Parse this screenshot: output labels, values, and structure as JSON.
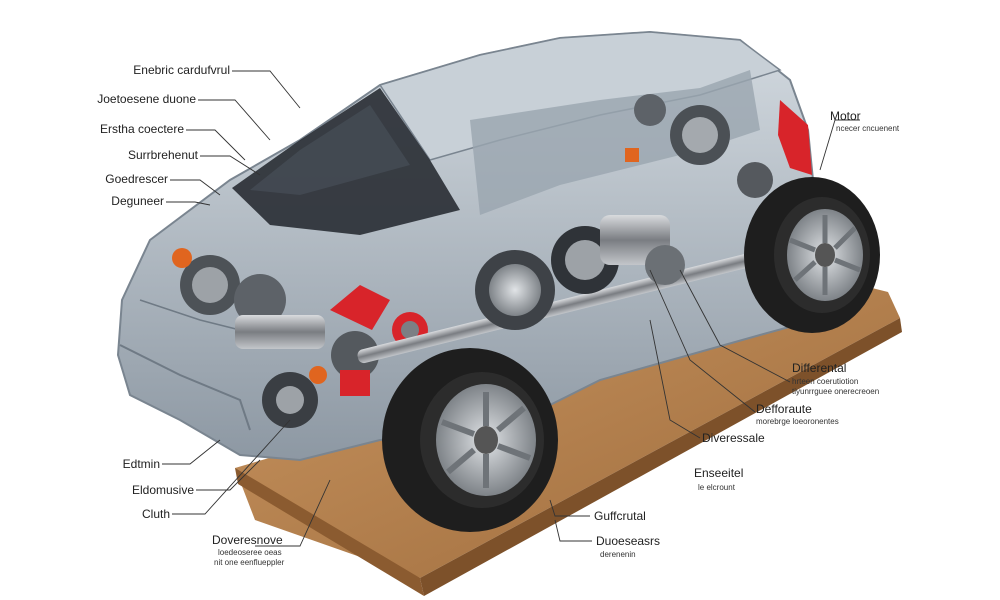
{
  "labels": {
    "left_top": [
      "Enebric cardufvrul",
      "Joetoesene duone",
      "Erstha coectere",
      "Surrbrehenut",
      "Goedrescer",
      "Deguneer"
    ],
    "motor": {
      "title": "Motor",
      "sub": "ncecer cncuenent"
    },
    "differential": {
      "title": "Differental",
      "sub1": "hrteen coerutiotion",
      "sub2": "tiyunrrguee onerecreoen"
    },
    "differate": {
      "title": "Defforaute",
      "sub": "morebrge loeoronentes"
    },
    "diveressale": {
      "title": "Diveressale"
    },
    "enseeitel": {
      "title": "Enseeitel",
      "sub": "le elcrount"
    },
    "edtmin": {
      "title": "Edtmin"
    },
    "eldomusive": {
      "title": "Eldomusive"
    },
    "cluth": {
      "title": "Cluth"
    },
    "doveresnove": {
      "title": "Doveresnove",
      "sub1": "loedeoseree oeas",
      "sub2": "nit one eenflueppler"
    },
    "guffcrutal": {
      "title": "Guffcrutal"
    },
    "duoeseasrs": {
      "title": "Duoeseasrs",
      "sub": "derenenin"
    }
  },
  "colors": {
    "body": "#b9c3cc",
    "body_dark": "#8e9aa5",
    "glass": "#2b3036",
    "tire": "#1e1e1e",
    "rim": "#a9adb2",
    "wood": "#b7824f",
    "accent_orange": "#e0651f",
    "accent_red": "#d8242a",
    "metal": "#7c7f84"
  }
}
